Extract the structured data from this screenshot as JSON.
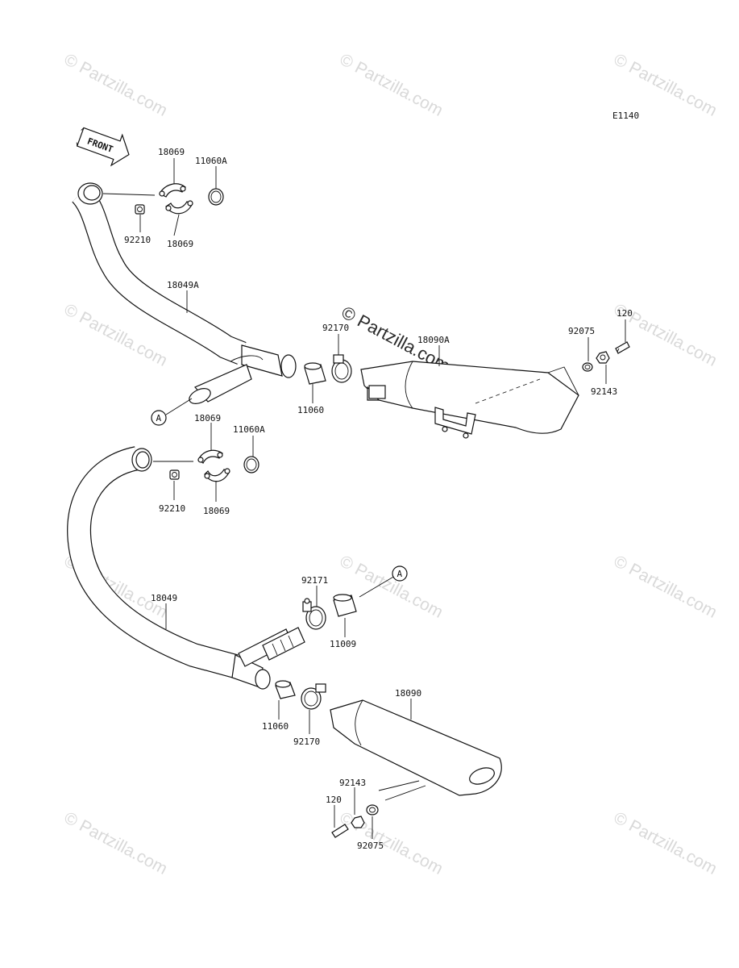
{
  "diagram_code": "E1140",
  "front_label": "FRONT",
  "watermark_text": "© Partzilla.com",
  "parts": {
    "bracket_upper_a": "18069",
    "bracket_upper_b": "18069",
    "gasket_upper": "11060A",
    "nut_upper": "92210",
    "pipe_upper": "18049A",
    "clamp_upper": "92170",
    "muffler_upper": "18090A",
    "sleeve_upper": "11060",
    "washer_upper": "92075",
    "bolt_upper": "120",
    "nut_muffler_upper": "92143",
    "bracket_lower_a": "18069",
    "bracket_lower_b": "18069",
    "gasket_lower": "11060A",
    "nut_lower": "92210",
    "pipe_lower": "18049",
    "clamp_joint": "92171",
    "sleeve_joint": "11009",
    "sleeve_lower": "11060",
    "clamp_lower": "92170",
    "muffler_lower": "18090",
    "nut_muffler_lower": "92143",
    "bolt_lower": "120",
    "washer_lower": "92075"
  },
  "ref_marker": "A"
}
